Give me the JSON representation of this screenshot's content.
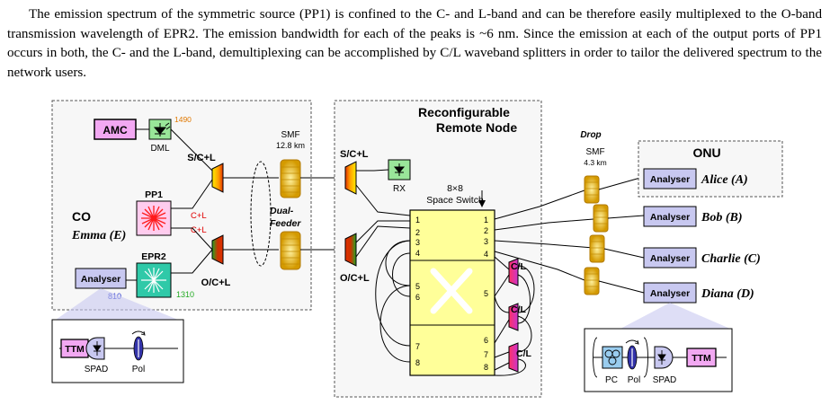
{
  "paragraph": "The emission spectrum of the symmetric source (PP1) is confined to the C- and L-band and can be therefore easily multiplexed to the O-band transmission wavelength of EPR2. The emission bandwidth for each of the peaks is ~6 nm. Since the emission at each of the output ports of PP1 occurs in both, the C- and the L-band, demultiplexing can be accomplished by C/L waveband splitters in order to tailor the delivered spectrum to the network users.",
  "figure": {
    "co": {
      "label": "CO",
      "user": "Emma (E)",
      "amc": "AMC",
      "dml": "DML",
      "wl_1490": "1490",
      "pp1": "PP1",
      "cl_top": "C+L",
      "cl_bottom": "C+L",
      "epr2": "EPR2",
      "wl_1310": "1310",
      "analyser": "Analyser",
      "wl_810": "810",
      "mux_top": "S/C+L",
      "mux_bottom": "O/C+L",
      "inset_ttm": "TTM",
      "inset_spad": "SPAD",
      "inset_pol": "Pol"
    },
    "feeder": {
      "smf": "SMF",
      "length": "12.8 km",
      "dual": "Dual-",
      "dual2": "Feeder"
    },
    "rn": {
      "title1": "Reconfigurable",
      "title2": "Remote Node",
      "mux_top": "S/C+L",
      "mux_bottom": "O/C+L",
      "rx": "RX",
      "switch1": "8×8",
      "switch2": "Space Switch",
      "ports_left": [
        "1",
        "2",
        "3",
        "4",
        "5",
        "6",
        "7",
        "8"
      ],
      "ports_right": [
        "1",
        "2",
        "3",
        "4",
        "5",
        "6",
        "7",
        "8"
      ],
      "cl1": "C/L",
      "cl2": "C/L",
      "cl3": "C/L"
    },
    "drop": {
      "label": "Drop",
      "smf": "SMF",
      "length": "4.3 km"
    },
    "onu": {
      "label": "ONU",
      "users": [
        {
          "analyser": "Analyser",
          "name": "Alice (A)"
        },
        {
          "analyser": "Analyser",
          "name": "Bob (B)"
        },
        {
          "analyser": "Analyser",
          "name": "Charlie (C)"
        },
        {
          "analyser": "Analyser",
          "name": "Diana (D)"
        }
      ],
      "inset_pc": "PC",
      "inset_pol": "Pol",
      "inset_spad": "SPAD",
      "inset_ttm": "TTM"
    }
  },
  "colors": {
    "magenta_box": "#f2a8f2",
    "lavender_box": "#c8c8f0",
    "switch_yellow": "#ffff99",
    "green_box": "#99e699",
    "pp1_red": "#ff2a2a",
    "epr2_teal": "#2fc9a8",
    "fiber_yellow": "#e8b000"
  }
}
